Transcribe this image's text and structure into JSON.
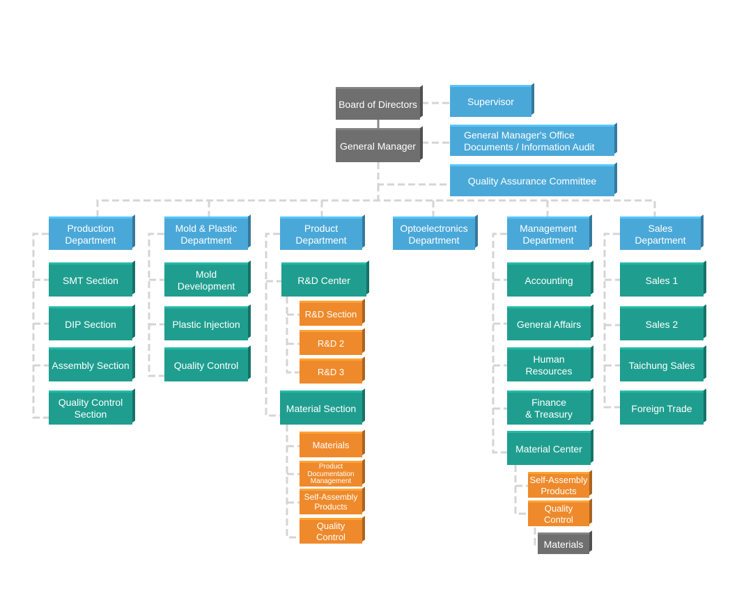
{
  "top": {
    "board": "Board of Directors",
    "supervisor": "Supervisor",
    "gm": "General Manager",
    "gm_office": "General Manager's Office\nDocuments / Information Audit",
    "qa_committee": "Quality Assurance Committee"
  },
  "departments": {
    "production": {
      "title": "Production\nDepartment",
      "items": [
        "SMT Section",
        "DIP Section",
        "Assembly Section",
        "Quality Control\nSection"
      ]
    },
    "mold": {
      "title": "Mold & Plastic\nDepartment",
      "items": [
        "Mold\nDevelopment",
        "Plastic Injection",
        "Quality Control"
      ]
    },
    "product": {
      "title": "Product\nDepartment",
      "rd_center": "R&D Center",
      "rd_items": [
        "R&D Section",
        "R&D 2",
        "R&D 3"
      ],
      "material_section": "Material Section",
      "material_items": [
        "Materials",
        "Product\nDocumentation\nManagement",
        "Self-Assembly\nProducts",
        "Quality\nControl"
      ]
    },
    "opto": {
      "title": "Optoelectronics\nDepartment"
    },
    "management": {
      "title": "Management\nDepartment",
      "items": [
        "Accounting",
        "General Affairs",
        "Human\nResources",
        "Finance\n& Treasury"
      ],
      "material_center": "Material Center",
      "center_items": [
        "Self-Assembly\nProducts",
        "Quality\nControl"
      ],
      "materials": "Materials"
    },
    "sales": {
      "title": "Sales\nDepartment",
      "items": [
        "Sales 1",
        "Sales 2",
        "Taichung Sales",
        "Foreign Trade"
      ]
    }
  },
  "colors": {
    "department_blue": "#4aa8d8",
    "section_teal": "#1f9e8f",
    "unit_orange": "#ee8a2c",
    "executive_gray": "#6f6f6f",
    "connector": "#d4d4d4"
  }
}
